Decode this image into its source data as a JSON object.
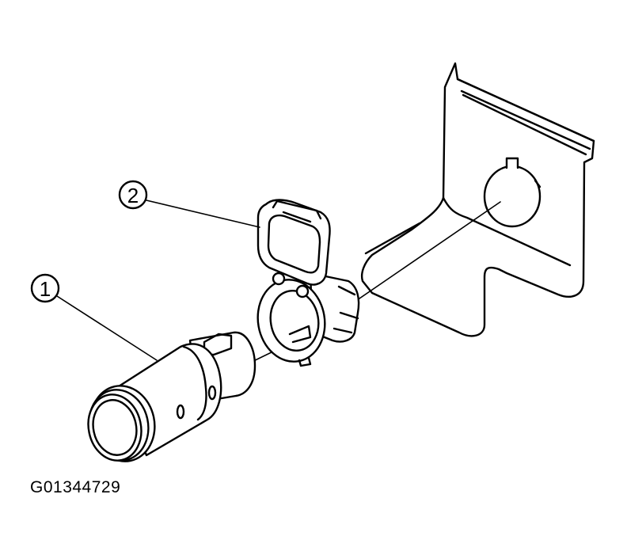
{
  "callouts": [
    {
      "id": "1",
      "label": "1"
    },
    {
      "id": "2",
      "label": "2"
    }
  ],
  "figure": {
    "code": "G01344729"
  },
  "colors": {
    "line": "#000000",
    "background": "#ffffff"
  }
}
